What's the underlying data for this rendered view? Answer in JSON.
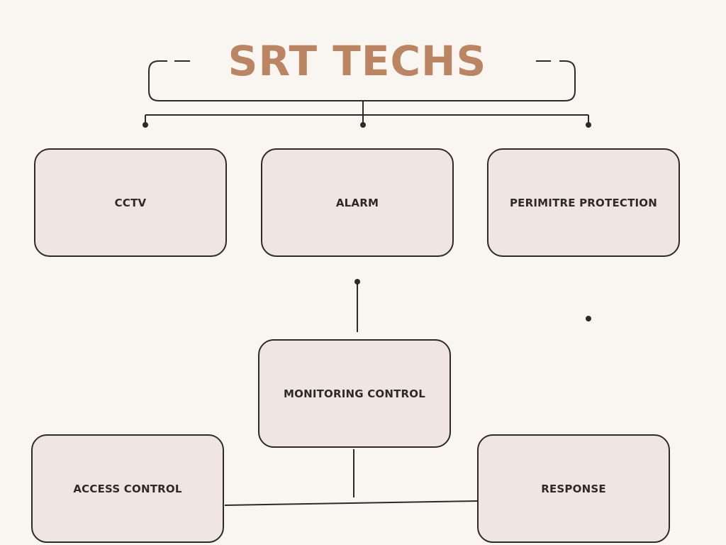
{
  "title": "SRT TECHS",
  "nodes": {
    "cctv": "CCTV",
    "alarm": "ALARM",
    "perimeter": "PERIMITRE PROTECTION",
    "monitoring": "MONITORING CONTROL",
    "access": "ACCESS CONTROL",
    "response": "RESPONSE"
  },
  "colors": {
    "background": "#f9f6f2",
    "title": "#bb8462",
    "box_fill": "#efe6e1",
    "stroke": "#2e2a28"
  }
}
